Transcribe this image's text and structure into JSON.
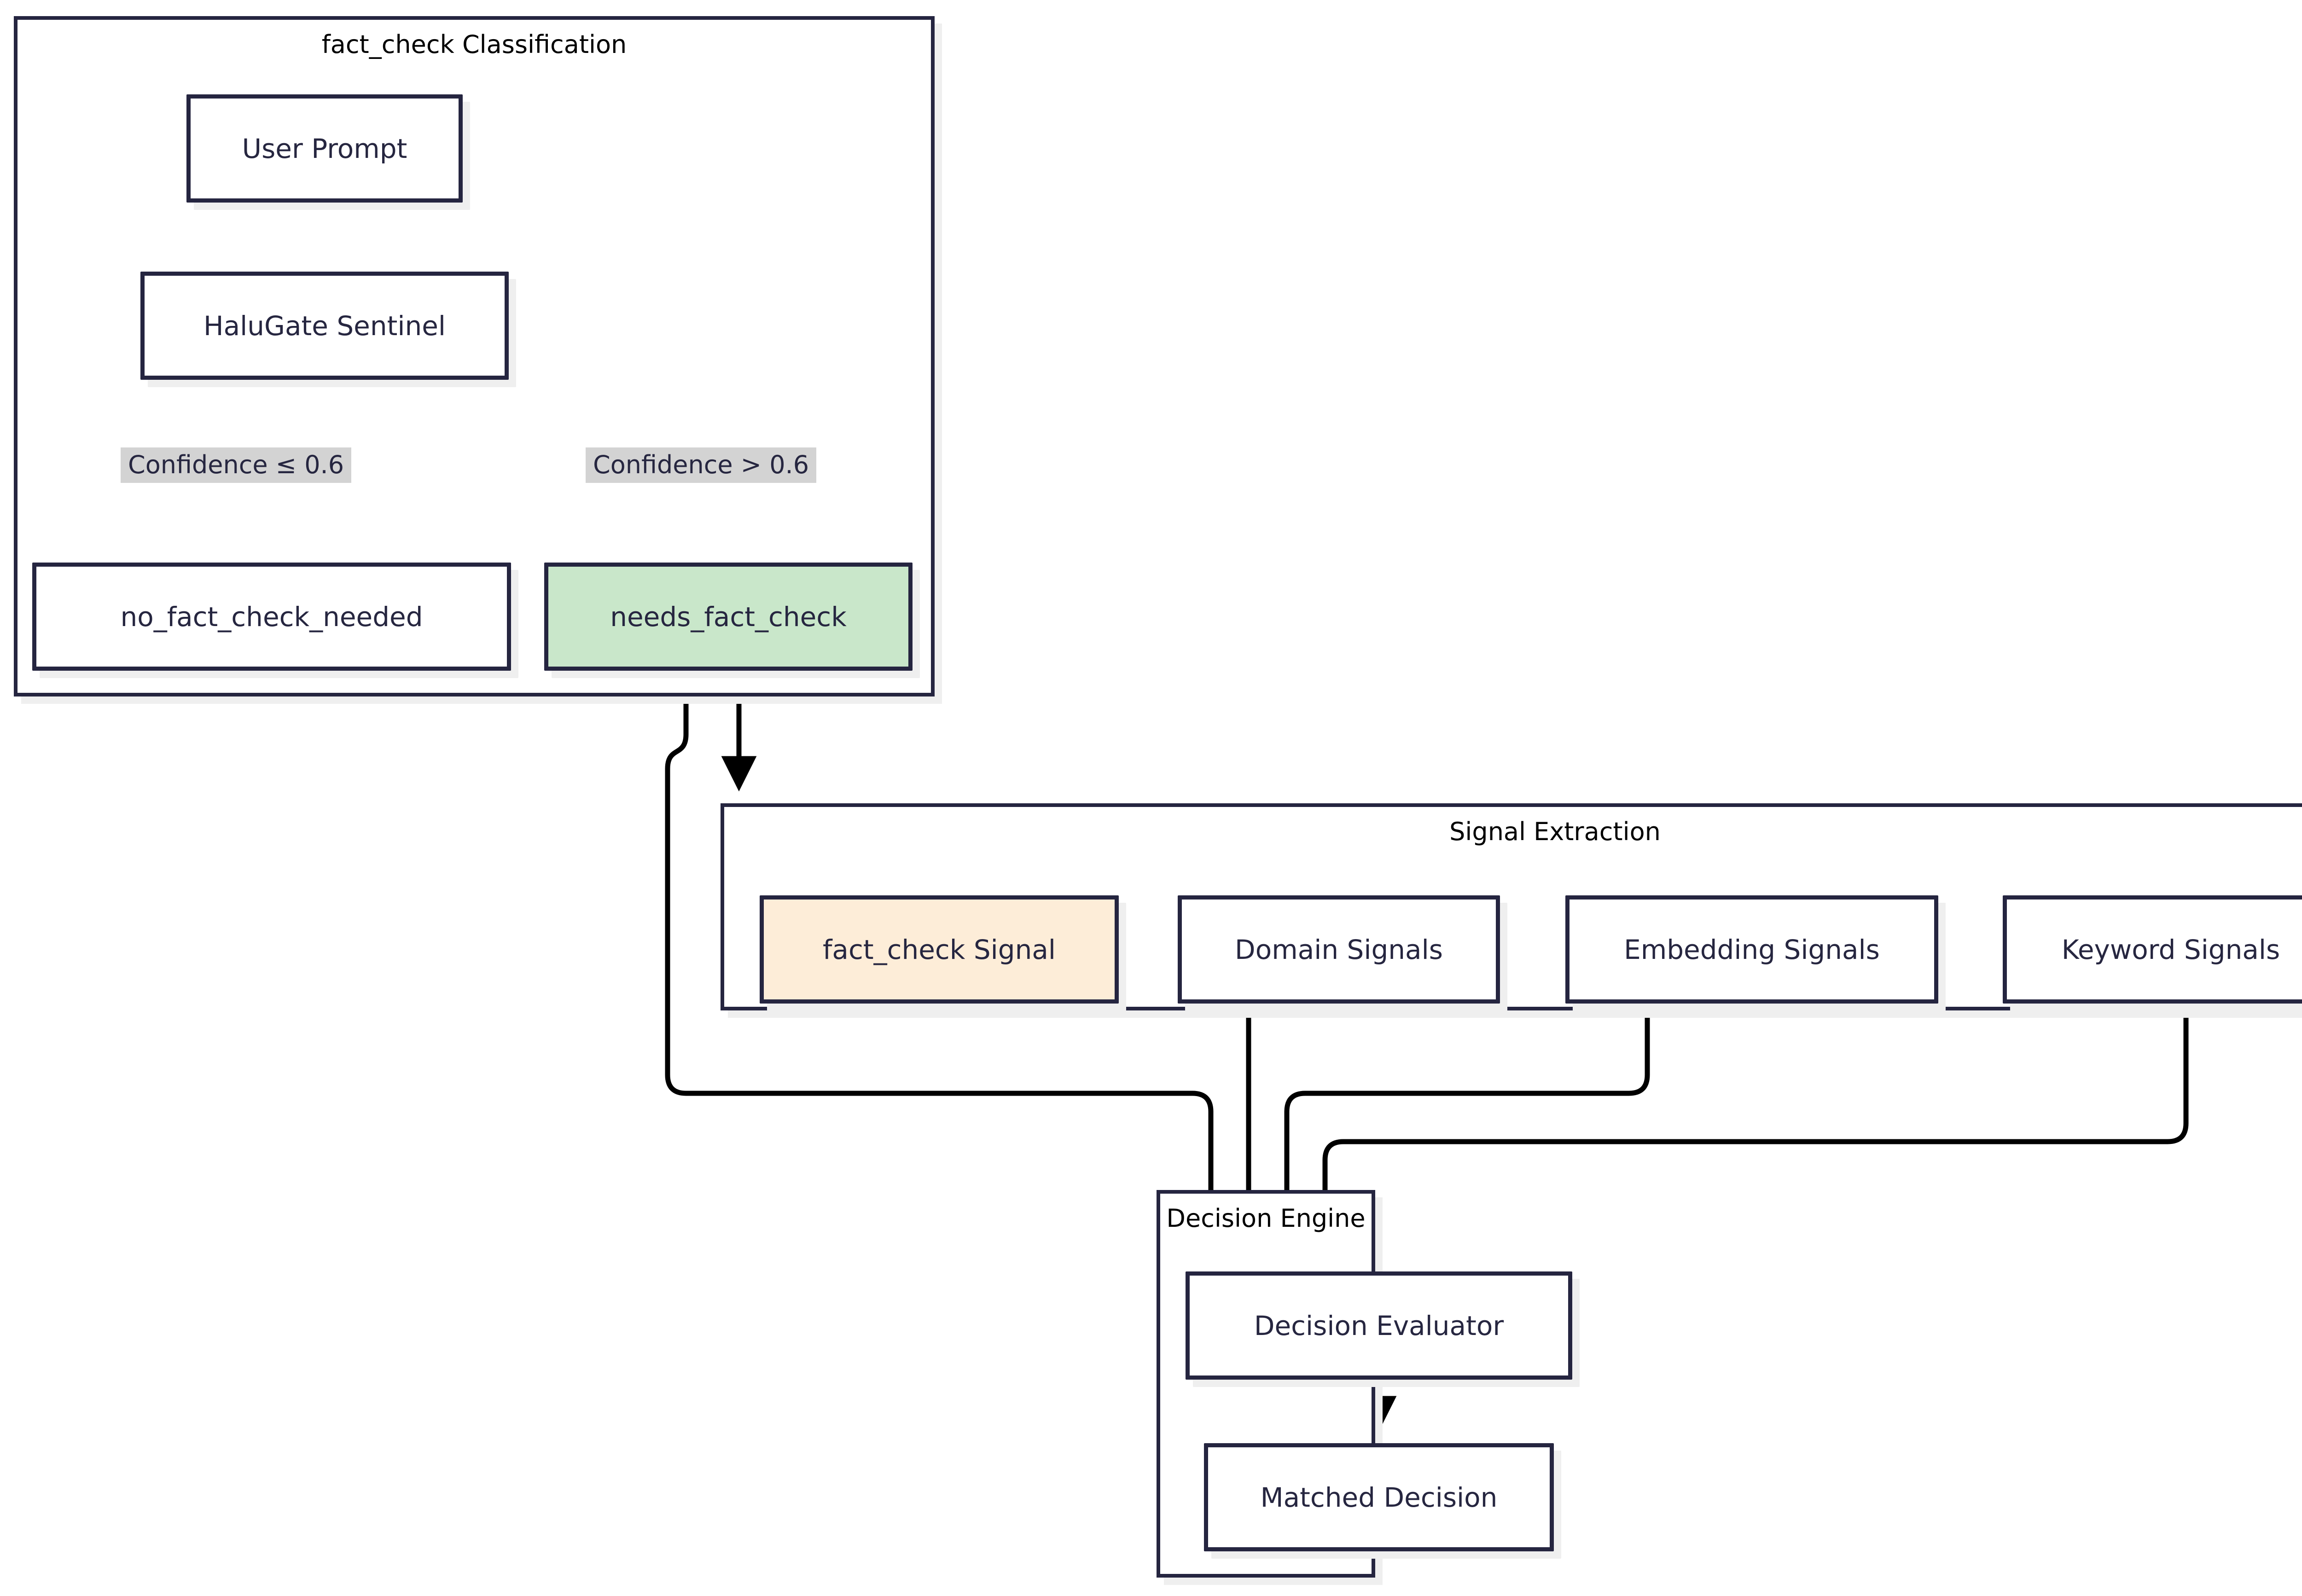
{
  "diagram": {
    "type": "flowchart",
    "direction": "top-down",
    "background_color": "#ffffff",
    "node_border_color": "#252540",
    "node_text_color": "#262640",
    "cluster_title_color": "#000000",
    "edge_color": "#000000",
    "edge_label_bg": "#d3d3d3",
    "highlight_green": "#c9e7ca",
    "highlight_peach": "#fdedd8"
  },
  "clusters": [
    {
      "id": "fact-check-classification",
      "title": "fact_check Classification"
    },
    {
      "id": "signal-extraction",
      "title": "Signal Extraction"
    },
    {
      "id": "decision-engine",
      "title": "Decision Engine"
    }
  ],
  "nodes": {
    "user_prompt": {
      "label": "User Prompt",
      "fill": "white"
    },
    "halugate_sentinel": {
      "label": "HaluGate Sentinel",
      "fill": "white"
    },
    "no_fact_check_needed": {
      "label": "no_fact_check_needed",
      "fill": "white"
    },
    "needs_fact_check": {
      "label": "needs_fact_check",
      "fill": "#c9e7ca"
    },
    "fact_check_signal": {
      "label": "fact_check Signal",
      "fill": "#fdedd8"
    },
    "domain_signals": {
      "label": "Domain Signals",
      "fill": "white"
    },
    "embedding_signals": {
      "label": "Embedding Signals",
      "fill": "white"
    },
    "keyword_signals": {
      "label": "Keyword Signals",
      "fill": "white"
    },
    "decision_evaluator": {
      "label": "Decision Evaluator",
      "fill": "white"
    },
    "matched_decision": {
      "label": "Matched Decision",
      "fill": "white"
    }
  },
  "edge_labels": {
    "confidence_low": "Confidence ≤ 0.6",
    "confidence_high": "Confidence > 0.6"
  },
  "edges": [
    {
      "from": "user_prompt",
      "to": "halugate_sentinel",
      "label": ""
    },
    {
      "from": "halugate_sentinel",
      "to": "no_fact_check_needed",
      "label": "Confidence ≤ 0.6"
    },
    {
      "from": "halugate_sentinel",
      "to": "needs_fact_check",
      "label": "Confidence > 0.6"
    },
    {
      "from": "needs_fact_check",
      "to": "fact_check_signal",
      "label": ""
    },
    {
      "from": "needs_fact_check",
      "to": "decision_evaluator",
      "label": ""
    },
    {
      "from": "domain_signals",
      "to": "decision_evaluator",
      "label": ""
    },
    {
      "from": "embedding_signals",
      "to": "decision_evaluator",
      "label": ""
    },
    {
      "from": "keyword_signals",
      "to": "decision_evaluator",
      "label": ""
    },
    {
      "from": "decision_evaluator",
      "to": "matched_decision",
      "label": ""
    }
  ]
}
